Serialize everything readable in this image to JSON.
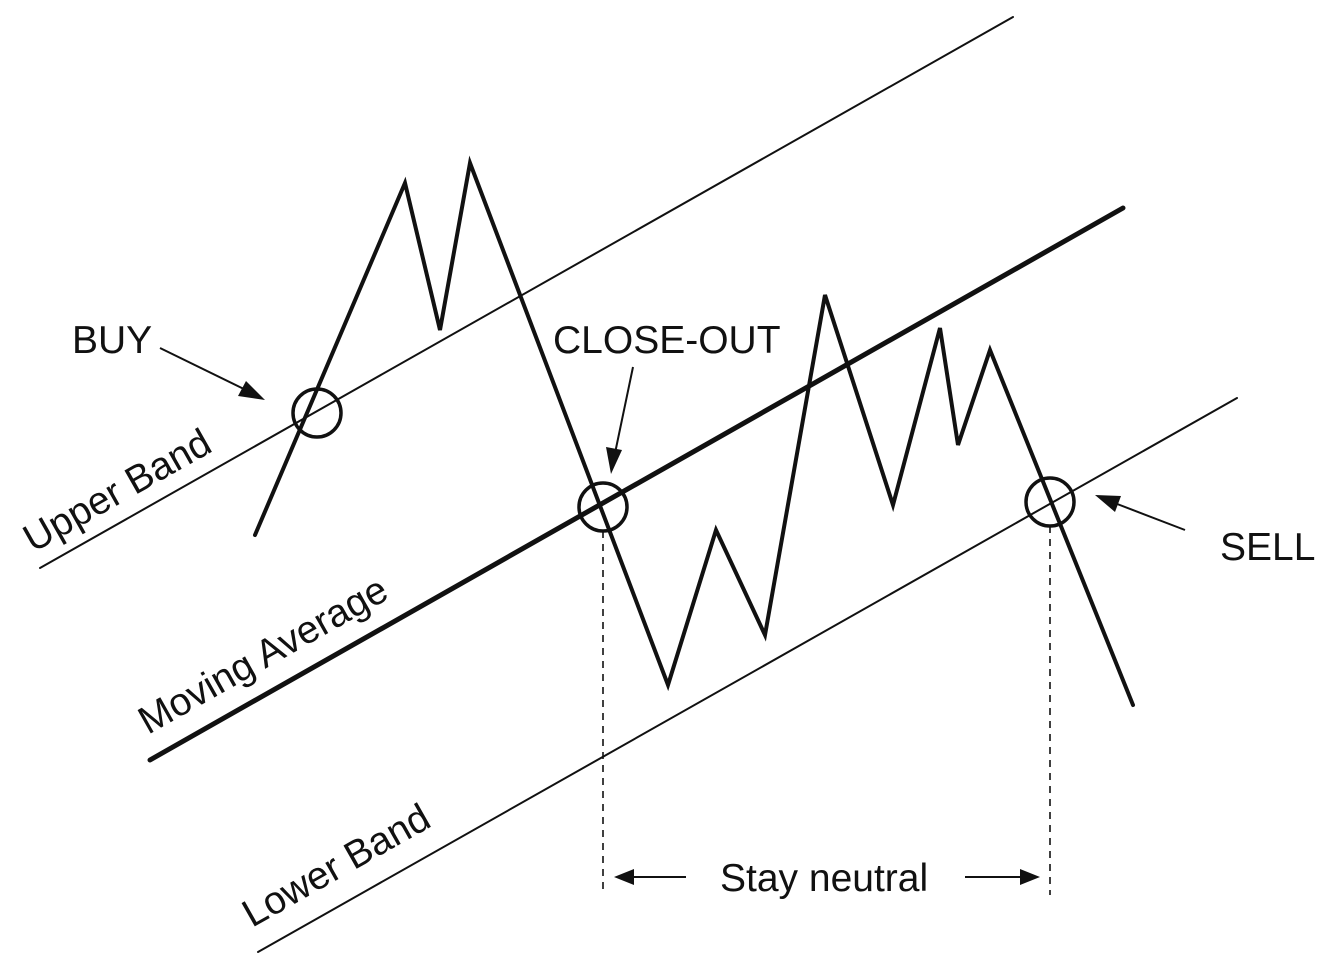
{
  "labels": {
    "upper_band": "Upper Band",
    "moving_average": "Moving Average",
    "lower_band": "Lower Band",
    "buy": "BUY",
    "close_out": "CLOSE-OUT",
    "sell": "SELL",
    "stay_neutral": "Stay neutral"
  },
  "colors": {
    "ink": "#111111",
    "background": "#ffffff"
  }
}
